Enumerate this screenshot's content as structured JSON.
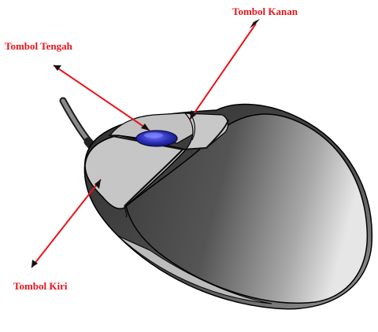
{
  "labels": {
    "right_button": "Tombol Kanan",
    "middle_button": "Tombol Tengah",
    "left_button": "Tombol Kiri"
  },
  "colors": {
    "label_text": "#e8141b",
    "arrow_line": "#e8141b",
    "arrow_head": "#111111",
    "body_dark": "#3a3a3a",
    "body_light": "#c9c9c9",
    "button_surface": "#c4c4c4",
    "scroll_wheel": "#2b2fa8"
  }
}
